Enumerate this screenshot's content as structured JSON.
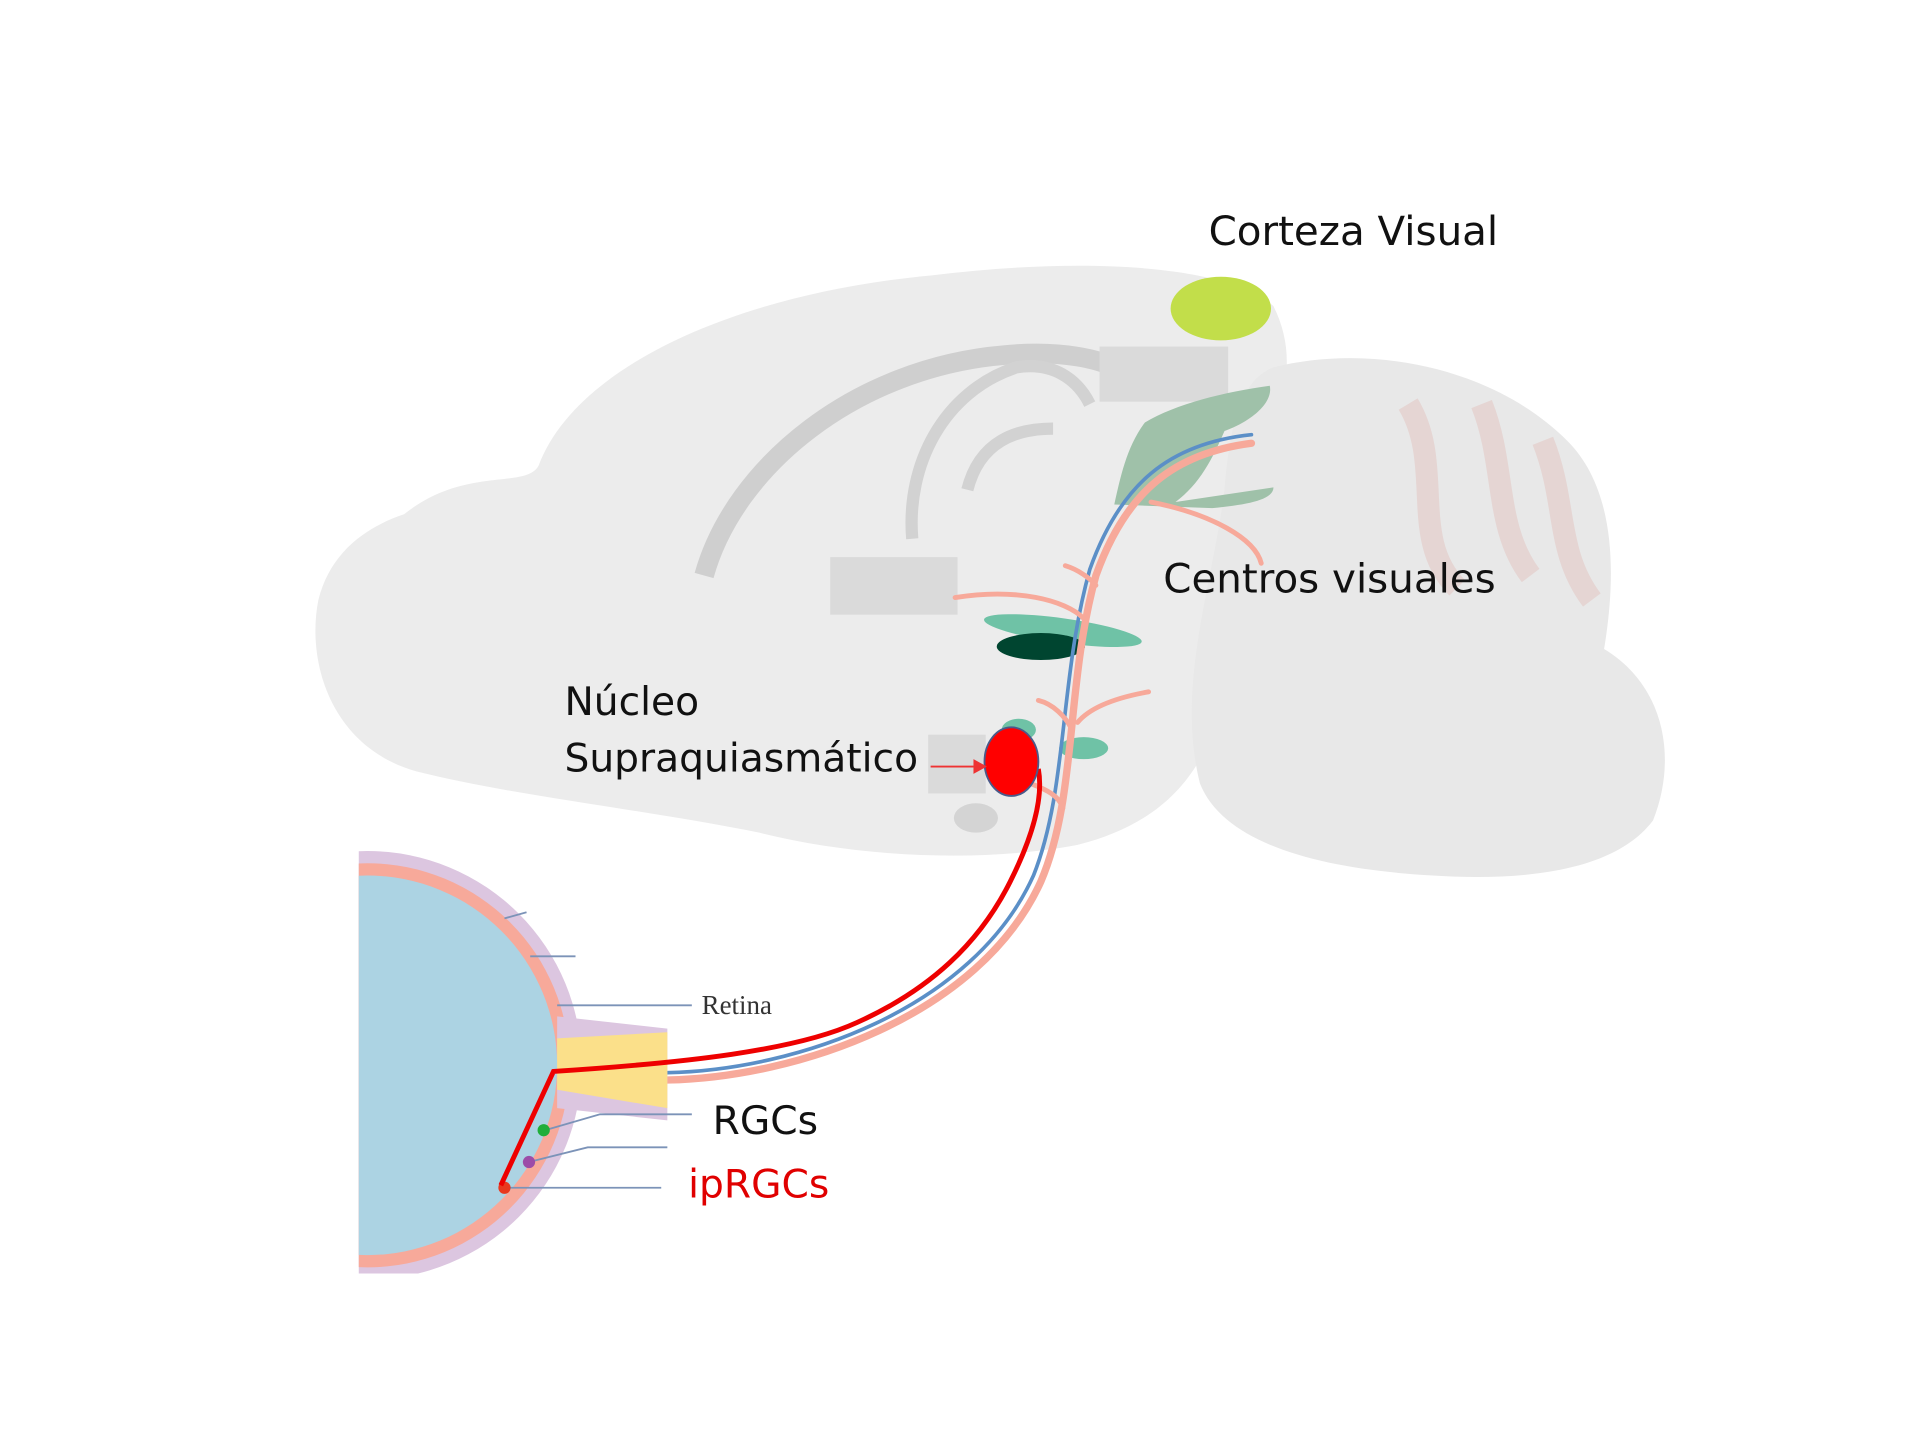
{
  "labels": {
    "visual_cortex": "Corteza Visual",
    "visual_centers": "Centros visuales",
    "scn_line1": "Núcleo",
    "scn_line2": "Supraquiasmático",
    "retina": "Retina",
    "rgcs": "RGCs",
    "iprgcs": "ipRGCs"
  },
  "colors": {
    "ipRGC_pathway": "#ee0000",
    "visual_cortex": "#c2de4a",
    "scn": "#ff0000",
    "optic_tract": "#f7a99a",
    "optic_tract_blue": "#5b8fc7",
    "eye": "#acd3e3",
    "brain": "#ececec"
  }
}
